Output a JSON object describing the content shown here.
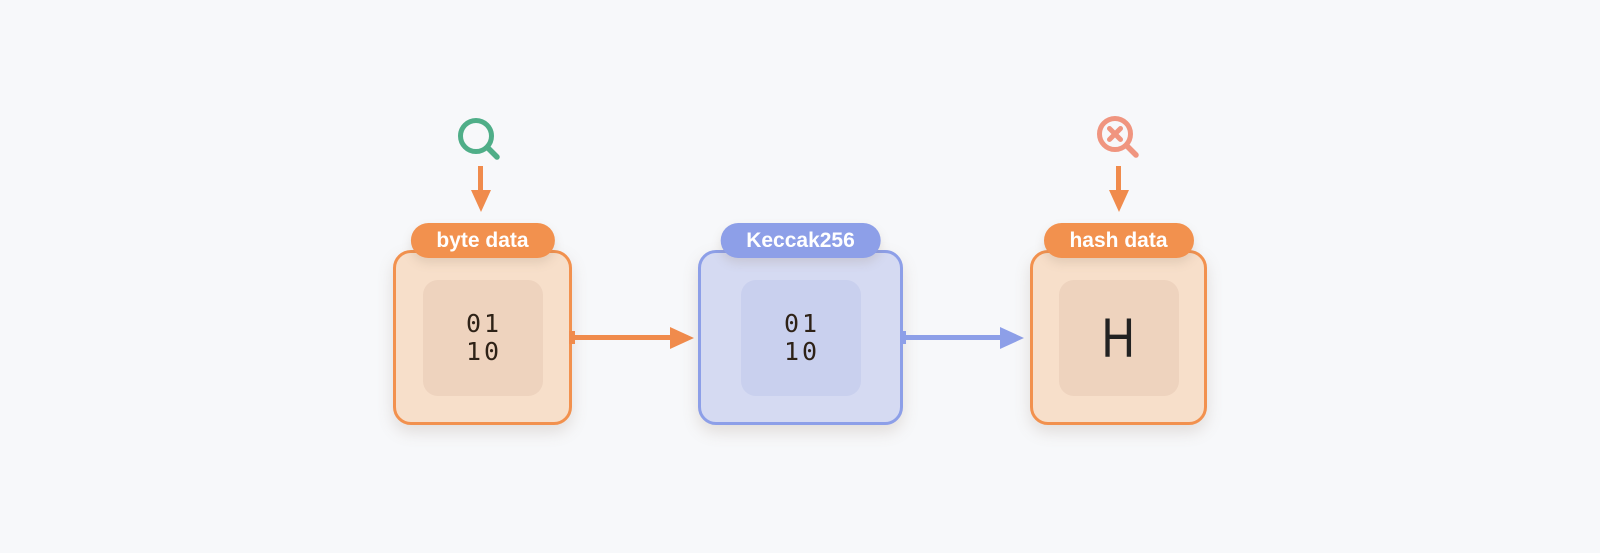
{
  "background_color": "#f7f8fa",
  "colors": {
    "orange_accent": "#f2914e",
    "orange_arrow": "#f08b4c",
    "orange_box_fill": "#f7dfca",
    "orange_inner_fill": "#eed3be",
    "blue_accent": "#8d9fe8",
    "blue_box_fill": "#d5daf2",
    "blue_inner_fill": "#c9d0ee",
    "search_icon_green": "#4fae88",
    "search_x_icon_salmon": "#f0957f",
    "binary_text": "#2e2217"
  },
  "diagram": {
    "nodes": [
      {
        "id": "byte-data",
        "label": "byte data",
        "theme": "orange",
        "content_lines": [
          "01",
          "10"
        ]
      },
      {
        "id": "keccak256",
        "label": "Keccak256",
        "theme": "blue",
        "content_lines": [
          "01",
          "10"
        ]
      },
      {
        "id": "hash-data",
        "label": "hash data",
        "theme": "orange",
        "content_lines": [
          "H"
        ]
      }
    ],
    "annotations": [
      {
        "target": "byte data",
        "icon": "magnifier-search",
        "color": "#4fae88",
        "arrow_color": "#f08b4c"
      },
      {
        "target": "hash data",
        "icon": "magnifier-x-error",
        "color": "#f0957f",
        "arrow_color": "#f08b4c"
      }
    ],
    "arrows": [
      {
        "from": "byte data",
        "to": "Keccak256",
        "color": "#f08b4c",
        "direction": "right"
      },
      {
        "from": "Keccak256",
        "to": "hash data",
        "color": "#8d9fe8",
        "direction": "right"
      }
    ]
  }
}
